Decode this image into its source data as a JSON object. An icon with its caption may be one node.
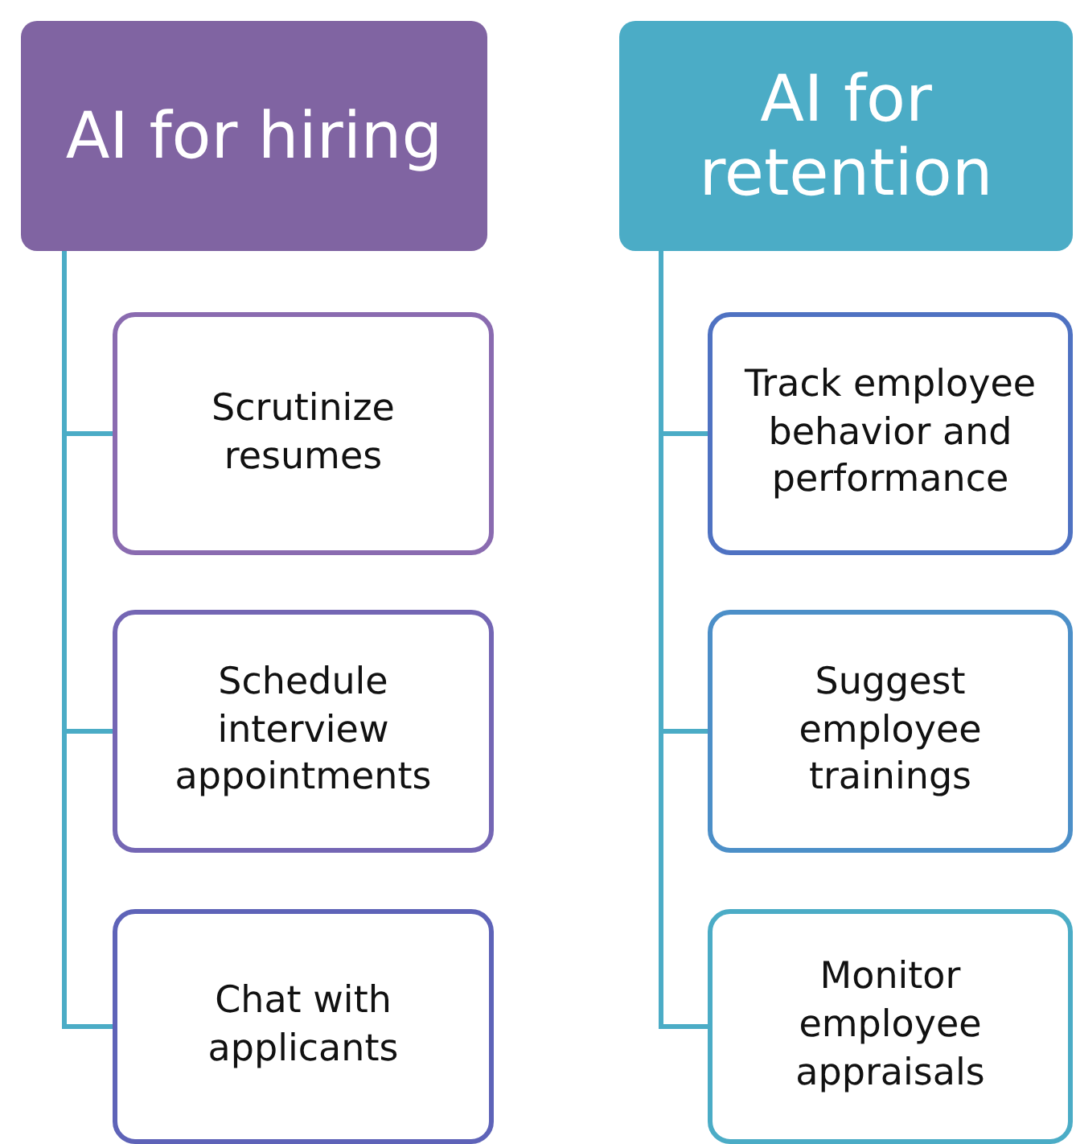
{
  "diagram": {
    "nodes": [
      {
        "text": [
          "AI for hiring"
        ]
      },
      {
        "text": [
          "Scrutinize resumes"
        ]
      },
      {
        "text": [
          "Schedule interview appointments"
        ]
      },
      {
        "text": [
          "Chat with applicants"
        ]
      },
      {
        "text": [
          "AI for retention"
        ]
      },
      {
        "text": [
          "Track employee behavior and performance"
        ]
      },
      {
        "text": [
          "Suggest employee trainings"
        ]
      },
      {
        "text": [
          "Monitor employee appraisals"
        ]
      }
    ],
    "edges": [
      {
        "from": 0,
        "to": 1,
        "arrow": "none"
      },
      {
        "from": 0,
        "to": 2,
        "arrow": "none"
      },
      {
        "from": 0,
        "to": 3,
        "arrow": "none"
      },
      {
        "from": 4,
        "to": 5,
        "arrow": "none"
      },
      {
        "from": 4,
        "to": 6,
        "arrow": "none"
      },
      {
        "from": 4,
        "to": 7,
        "arrow": "none"
      }
    ]
  }
}
